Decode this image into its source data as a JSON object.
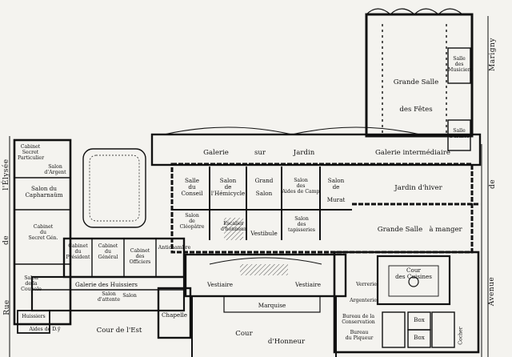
{
  "plan": {
    "labels": {
      "grande_salle_fetes": "Grande Salle",
      "des_fetes": "des Fêtes",
      "salle_musiciens": "Salle\ndes\nMusiciens",
      "salle_armes": "Salle\nd'armes",
      "galerie_sur": "Galerie",
      "galerie_sur_2": "sur",
      "galerie_jardin": "Jardin",
      "galerie_intermediaire": "Galerie intermédiaire",
      "jardin_hiver": "Jardin d'hiver",
      "grande_salle_manger": "Grande Salle",
      "a_manger": "à manger",
      "cabinet_secret": "Cabinet\nSecret\nParticulier",
      "salon_argent": "Salon\nd'Argent",
      "salon_capharnaum": "Salon du\nCapharnaüm",
      "cabinet_secret_gen": "Cabinet\ndu\nSecret Gén.",
      "salle_conseil": "Salle\ndu\nConseil",
      "salon_hemicycle": "Salon\nde\nl'Hémicycle",
      "grand_salon": "Grand\n\nSalon",
      "salon_aides_camp": "Salon\ndes\nAides de Camp",
      "salon_murat": "Salon\nde\n\nMurat",
      "salon_cleopatre": "Salon\nde\nCléopâtre",
      "escalier_honneur": "Escalier\nd'honneur",
      "vestibule": "Vestibule",
      "salon_tapisseries": "Salon\ndes\ntapisseries",
      "cabinet_president": "Cabinet\ndu\nPrésident",
      "cabinet_general": "Cabinet\ndu\nGénéral",
      "cabinet_officiers": "Cabinet\ndes\nOfficiers",
      "antichambre": "Antichambre",
      "salon_coupole": "Salon\nde la\nCoupole",
      "galerie_huissiers": "Galerie des Huissiers",
      "salon_attente": "Salon\nd'attente",
      "salon_small": "Salon",
      "huissiers": "Huissiers",
      "aides_ofs": "Aides de D.ÿ",
      "chapelle": "Chapelle",
      "vestiaire_left": "Vestiaire",
      "vestiaire_right": "Vestiaire",
      "marquise": "Marquise",
      "cour_est": "Cour de l'Est",
      "cour_honneur": "Cour",
      "cour_honneur_2": "d'Honneur",
      "verrerie": "Verrerie",
      "cour_cuisines": "Cour\ndes Cuisines",
      "argenterie": "Argenterie",
      "bureau_conservateur": "Bureau de la\nConservation",
      "bureau_piqueur": "Bureau\ndu Piqueur",
      "cocher": "Cocher",
      "box1": "Box",
      "box2": "Box",
      "rue": "Rue",
      "de": "de",
      "elysee": "l'Élysée",
      "marigny": "Marigny",
      "avenue": "Avenue",
      "de_right": "de"
    }
  }
}
